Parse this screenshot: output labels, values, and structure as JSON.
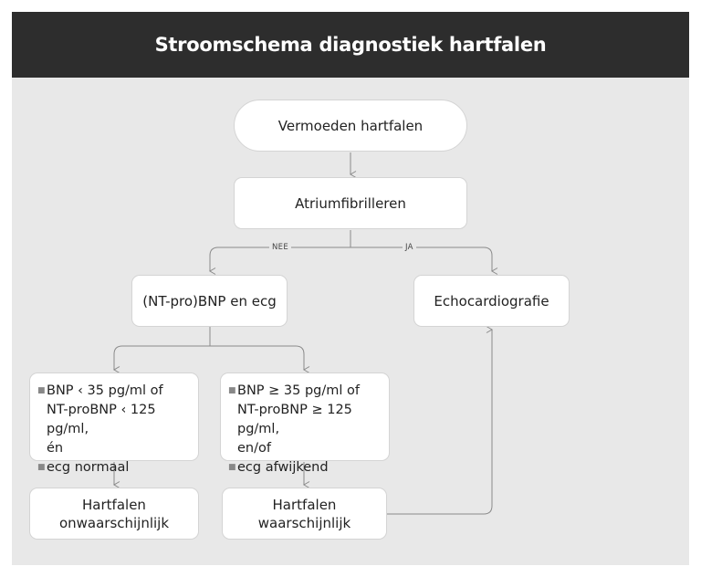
{
  "title": "Stroomschema diagnostiek hartfalen",
  "nodes": {
    "start": "Vermoeden hartfalen",
    "af": "Atriumfibrilleren",
    "bnp": "(NT-pro)BNP en ecg",
    "echo": "Echocardiografie",
    "low_list": {
      "item1_line1": "BNP ‹ 35 pg/ml of",
      "item1_line2": "NT-proBNP ‹ 125 pg/ml,",
      "item1_line3": "én",
      "item2": "ecg normaal"
    },
    "high_list": {
      "item1_line1": "BNP ≥ 35 pg/ml of",
      "item1_line2": "NT-proBNP ≥ 125 pg/ml,",
      "item1_line3": "en/of",
      "item2": "ecg afwijkend"
    },
    "unlikely": {
      "line1": "Hartfalen",
      "line2": "onwaarschijnlijk"
    },
    "likely": {
      "line1": "Hartfalen",
      "line2": "waarschijnlijk"
    }
  },
  "edge_labels": {
    "no": "NEE",
    "yes": "JA"
  },
  "colors": {
    "header_bg": "#2d2d2d",
    "panel_bg": "#e8e8e8",
    "node_bg": "#ffffff",
    "line": "#8a8a8a"
  }
}
